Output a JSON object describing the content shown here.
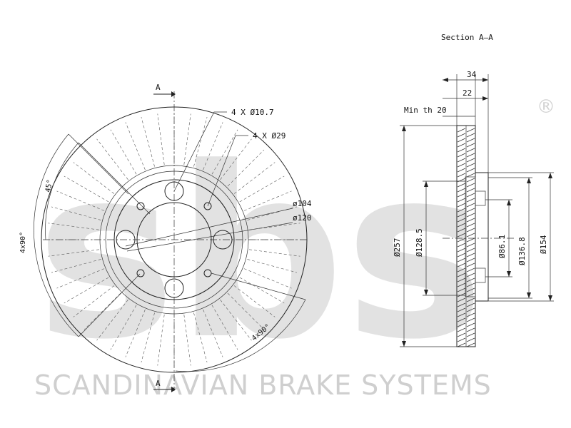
{
  "watermark": {
    "logo_text": "sbs",
    "registered_mark": "®",
    "brand_text": "SCANDINAVIAN BRAKE SYSTEMS"
  },
  "front_view": {
    "section_marker_top": "A",
    "section_marker_bottom": "A",
    "bolt_holes_label": "4 X Ø10.7",
    "large_holes_label": "4 X Ø29",
    "pcd_label": "ø104",
    "pcd_outer_label": "ø120",
    "angle_45_label": "45°",
    "angle_left_label": "4x90°",
    "angle_bottom_label": "4x90°"
  },
  "section_view": {
    "title": "Section A–A",
    "width_total": "34",
    "width_inner": "22",
    "min_thickness": "Min th 20",
    "diameter_outer": "Ø257",
    "diameter_128": "Ø128.5",
    "diameter_86": "Ø86.1",
    "diameter_136": "Ø136.8",
    "diameter_154": "Ø154"
  }
}
